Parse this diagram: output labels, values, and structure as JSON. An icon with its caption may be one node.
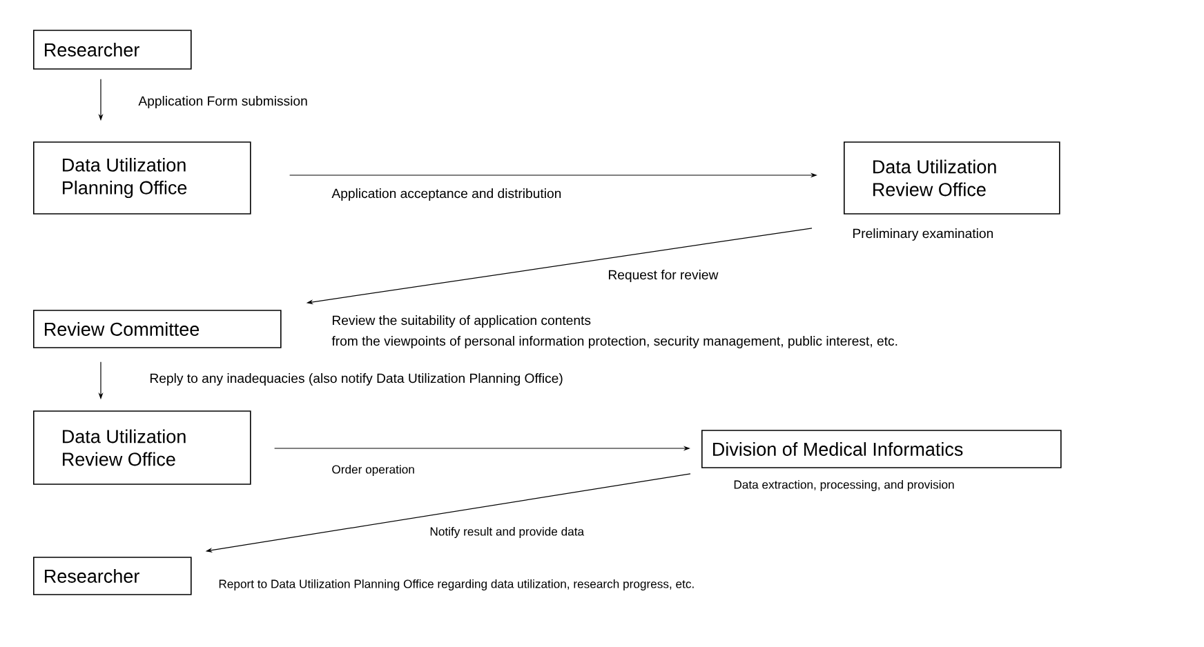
{
  "diagram": {
    "nodes": [
      {
        "text": [
          "Researcher"
        ]
      },
      {
        "text": [
          "Data Utilization Planning Office"
        ]
      },
      {
        "text": [
          "Data Utilization Review Office"
        ],
        "beside": [
          "Preliminary examination"
        ]
      },
      {
        "text": [
          "Review Committee"
        ],
        "beside": [
          "Review the suitability of application contents",
          "from the viewpoints of personal information protection, security management, public interest, etc."
        ]
      },
      {
        "text": [
          "Data Utilization Review Office"
        ]
      },
      {
        "text": [
          "Division of Medical Informatics"
        ],
        "beside": [
          "Data extraction, processing, and provision"
        ]
      },
      {
        "text": [
          "Researcher"
        ],
        "beside": [
          "Report to Data Utilization Planning Office regarding data utilization, research progress, etc."
        ]
      }
    ],
    "edges": [
      {
        "from": 0,
        "to": 1,
        "arrow": "to",
        "label": "Application Form submission"
      },
      {
        "from": 1,
        "to": 2,
        "arrow": "to",
        "label": "Application acceptance and distribution"
      },
      {
        "from": 2,
        "to": 3,
        "arrow": "to",
        "label": "Request for review"
      },
      {
        "from": 3,
        "to": 4,
        "arrow": "to",
        "label": "Reply to any inadequacies (also notify Data Utilization Planning Office)"
      },
      {
        "from": 4,
        "to": 5,
        "arrow": "to",
        "label": "Order operation"
      },
      {
        "from": 5,
        "to": 6,
        "arrow": "to",
        "label": "Notify result and provide data"
      }
    ]
  }
}
